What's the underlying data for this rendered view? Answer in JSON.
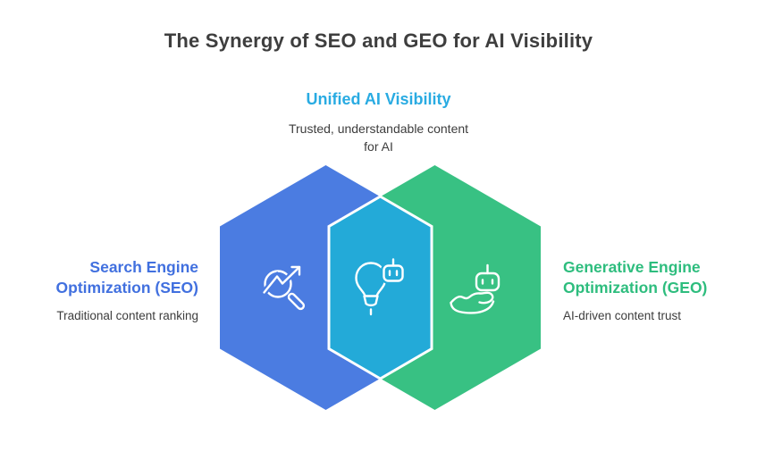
{
  "title": "The Synergy of SEO and GEO for AI Visibility",
  "colors": {
    "seo_fill": "#4b7ce1",
    "geo_fill": "#38c183",
    "overlap_fill": "#23aad8",
    "seo_text": "#4170df",
    "geo_text": "#2ebd7e",
    "overlap_text": "#29abe2",
    "title_text": "#3e3e3e",
    "body_text": "#3d3d3d"
  },
  "overlap": {
    "heading": "Unified AI Visibility",
    "description_line1": "Trusted, understandable content",
    "description_line2": "for AI",
    "icon": "lightbulb-robot-icon"
  },
  "seo": {
    "heading_line1": "Search Engine",
    "heading_line2": "Optimization (SEO)",
    "description": "Traditional content ranking",
    "icon": "trend-magnifier-icon"
  },
  "geo": {
    "heading_line1": "Generative Engine",
    "heading_line2": "Optimization (GEO)",
    "description": "AI-driven content trust",
    "icon": "hand-robot-icon"
  }
}
